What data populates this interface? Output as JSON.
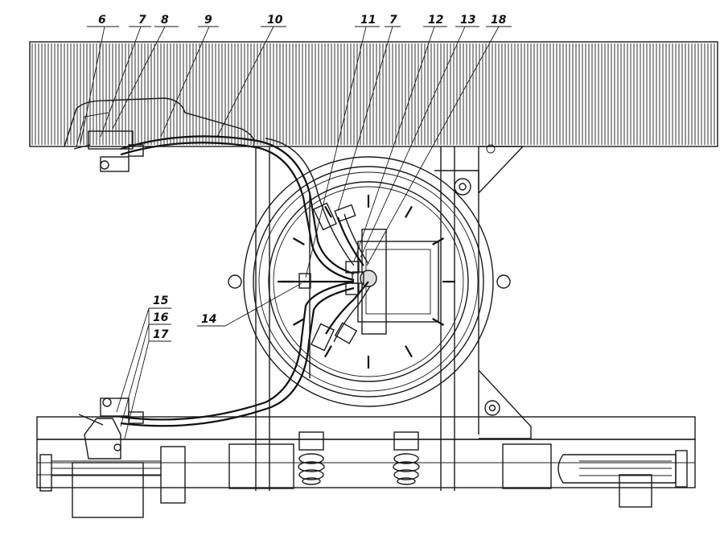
{
  "callouts": {
    "c6": "6",
    "c7a": "7",
    "c8": "8",
    "c9": "9",
    "c10": "10",
    "c11": "11",
    "c7b": "7",
    "c12": "12",
    "c13": "13",
    "c18": "18",
    "c14": "14",
    "c15": "15",
    "c16": "16",
    "c17": "17"
  },
  "colors": {
    "ink": "#111111",
    "paper": "#ffffff"
  }
}
